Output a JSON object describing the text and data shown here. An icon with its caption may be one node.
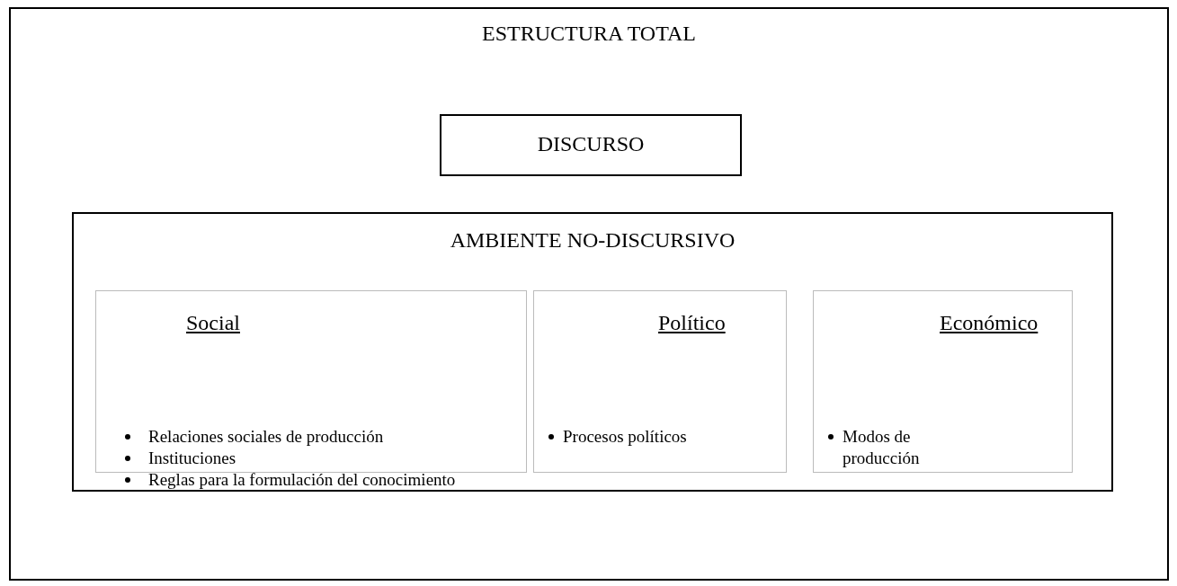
{
  "diagram": {
    "nodes": [
      {
        "text": [
          "ESTRUCTURA TOTAL"
        ]
      },
      {
        "text": [
          "DISCURSO"
        ],
        "in": 0
      },
      {
        "text": [
          "AMBIENTE NO-DISCURSIVO"
        ],
        "in": 0
      },
      {
        "text": [
          "Social",
          "Relaciones sociales de producción",
          "Instituciones",
          "Reglas para la formulación del conocimiento"
        ],
        "in": 2
      },
      {
        "text": [
          "Político",
          "Procesos políticos"
        ],
        "in": 2
      },
      {
        "text": [
          "Económico",
          "Modos de producción"
        ],
        "in": 2
      }
    ]
  }
}
